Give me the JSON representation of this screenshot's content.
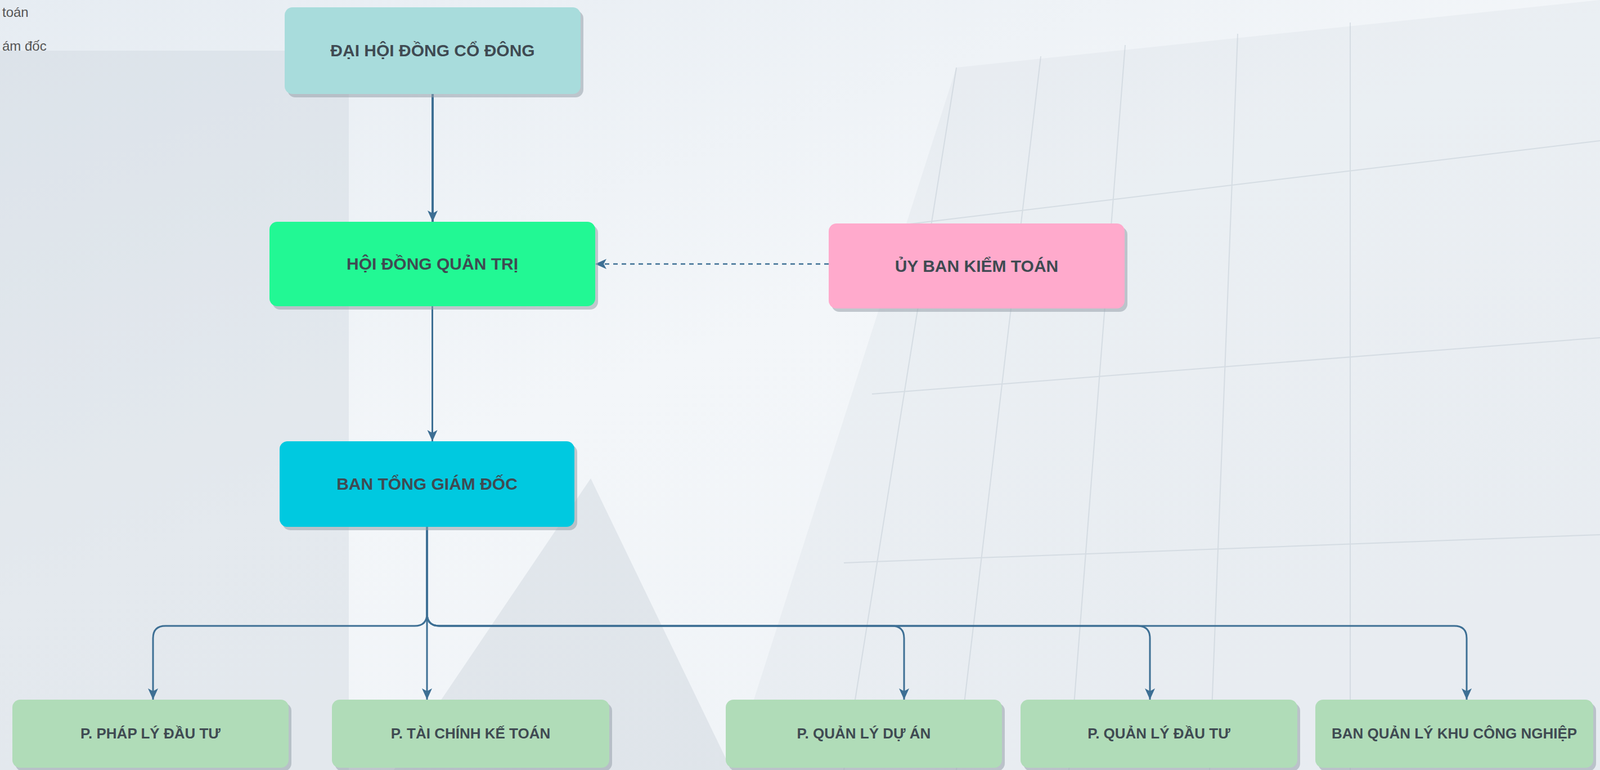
{
  "diagram": {
    "nodes": [
      {
        "text": [
          "ĐẠI HỘI ĐỒNG CỔ ĐÔNG"
        ]
      },
      {
        "text": [
          "HỘI ĐỒNG QUẢN TRỊ"
        ]
      },
      {
        "text": [
          "ỦY BAN KIỂM TOÁN"
        ]
      },
      {
        "text": [
          "BAN TỔNG GIÁM ĐỐC"
        ]
      },
      {
        "text": [
          "P. PHÁP LÝ ĐẦU TƯ"
        ]
      },
      {
        "text": [
          "P. TÀI CHÍNH KẾ TOÁN"
        ]
      },
      {
        "text": [
          "P. QUẢN LÝ DỰ ÁN"
        ]
      },
      {
        "text": [
          "P. QUẢN LÝ ĐẦU TƯ"
        ]
      },
      {
        "text": [
          "BAN QUẢN LÝ KHU CÔNG NGHIỆP"
        ]
      }
    ],
    "edges": [
      {
        "from": 0,
        "to": 1,
        "arrow": "to"
      },
      {
        "from": 2,
        "to": 1,
        "arrow": "to"
      },
      {
        "from": 1,
        "to": 3,
        "arrow": "to"
      },
      {
        "from": 3,
        "to": 4,
        "arrow": "to"
      },
      {
        "from": 3,
        "to": 5,
        "arrow": "to"
      },
      {
        "from": 3,
        "to": 6,
        "arrow": "to"
      },
      {
        "from": 3,
        "to": 7,
        "arrow": "to"
      },
      {
        "from": 3,
        "to": 8,
        "arrow": "to"
      }
    ],
    "labels": [
      "toán",
      "ám đốc"
    ]
  }
}
